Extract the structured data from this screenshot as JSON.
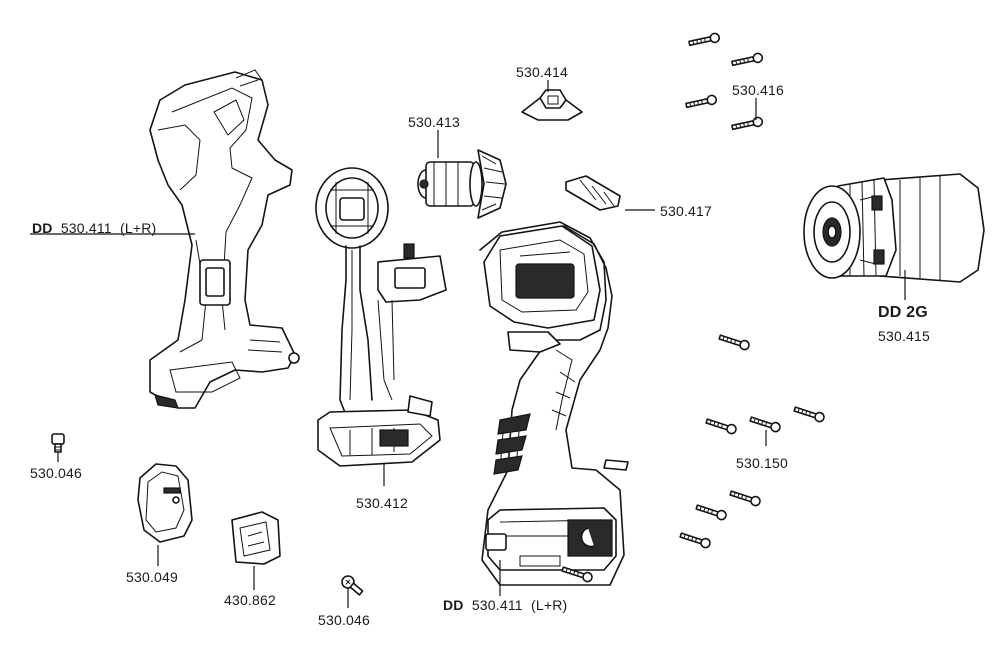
{
  "parts": [
    {
      "id": "housing-left",
      "prefix": "DD",
      "number": "530.411",
      "suffix": "(L+R)"
    },
    {
      "id": "housing-right",
      "prefix": "DD",
      "number": "530.411",
      "suffix": "(L+R)"
    },
    {
      "id": "switch-assembly",
      "number": "530.412"
    },
    {
      "id": "motor",
      "number": "530.413"
    },
    {
      "id": "top-clip",
      "number": "530.414"
    },
    {
      "id": "gearbox",
      "prefix": "DD 2G",
      "number": "530.415"
    },
    {
      "id": "screws-top",
      "number": "530.416"
    },
    {
      "id": "switch-cap",
      "number": "530.417"
    },
    {
      "id": "screws-right",
      "number": "530.150"
    },
    {
      "id": "screw-small-left",
      "number": "530.046"
    },
    {
      "id": "screw-small-bottom",
      "number": "530.046"
    },
    {
      "id": "belt-clip",
      "number": "530.049"
    },
    {
      "id": "bit-holder",
      "number": "430.862"
    }
  ],
  "colors": {
    "line": "#141414",
    "fill": "#ffffff",
    "shade": "#2a2a2a"
  }
}
